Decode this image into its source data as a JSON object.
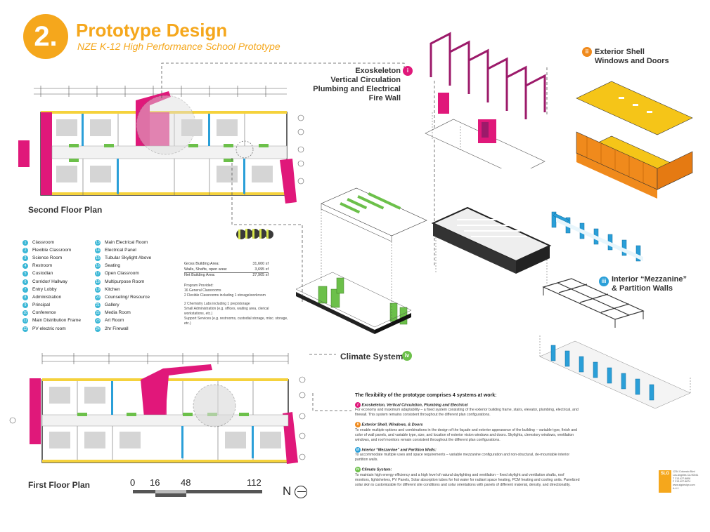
{
  "header": {
    "number": "2.",
    "title": "Prototype Design",
    "subtitle": "NZE K-12 High Performance School Prototype"
  },
  "plans": {
    "second_floor_label": "Second Floor Plan",
    "first_floor_label": "First  Floor Plan"
  },
  "legend": {
    "left": [
      {
        "num": "1",
        "label": "Classroom"
      },
      {
        "num": "2",
        "label": "Flexible Classroom"
      },
      {
        "num": "3",
        "label": "Science Room"
      },
      {
        "num": "4",
        "label": "Restroom"
      },
      {
        "num": "5",
        "label": "Custodian"
      },
      {
        "num": "6",
        "label": "Corridor/ Hallway"
      },
      {
        "num": "7",
        "label": "Entry Lobby"
      },
      {
        "num": "8",
        "label": "Administration"
      },
      {
        "num": "9",
        "label": "Principal"
      },
      {
        "num": "10",
        "label": "Conference"
      },
      {
        "num": "11",
        "label": "Main Distribution Frame"
      },
      {
        "num": "12",
        "label": "PV electric room"
      }
    ],
    "right": [
      {
        "num": "13",
        "label": "Main Electrical Room"
      },
      {
        "num": "14",
        "label": "Electrical Panel"
      },
      {
        "num": "15",
        "label": "Tubular Skylight Above"
      },
      {
        "num": "16",
        "label": "Seating"
      },
      {
        "num": "17",
        "label": "Open Classroom"
      },
      {
        "num": "18",
        "label": "Multipurpose Room"
      },
      {
        "num": "19",
        "label": "Kitchen"
      },
      {
        "num": "20",
        "label": "Counseling/ Resource"
      },
      {
        "num": "21",
        "label": "Gallery"
      },
      {
        "num": "22",
        "label": "Media Room"
      },
      {
        "num": "23",
        "label": "Art Room"
      },
      {
        "num": "24",
        "label": "2hr Firewall"
      }
    ]
  },
  "areas": {
    "gross_label": "Gross Building Area:",
    "gross_value": "31,600 sf",
    "walls_label": "Walls, Shafts, open area:",
    "walls_value": "3,695 sf",
    "net_label": "Net Building Area:",
    "net_value": "27,905 sf"
  },
  "program": {
    "heading": "Program Provided:",
    "lines": [
      "16 General Classrooms",
      "2 Flexible Classrooms  including 1 storage/workroom",
      "",
      "2 Chemistry Labs including 1 prep/storage",
      "Small Administration (e.g. offices, waiting area, clerical workstations, etc.)",
      "Support Services  (e.g. restrooms, custodial storage, misc. storage, etc.)"
    ]
  },
  "systems": {
    "i": {
      "badge": "i",
      "label_lines": [
        "Exoskeleton",
        "Vertical Circulation",
        "Plumbing and Electrical",
        "Fire Wall"
      ]
    },
    "ii": {
      "badge": "ii",
      "label_lines": [
        "Exterior Shell",
        "Windows and Doors"
      ]
    },
    "iii": {
      "badge": "iii",
      "label_lines": [
        "Interior “Mezzanine”",
        "& Partition Walls"
      ]
    },
    "iv": {
      "badge": "iv",
      "label": "Climate System"
    }
  },
  "description": {
    "heading": "The flexibility of the prototype comprises 4 systems at work:",
    "items": [
      {
        "title": "Exoskeleton, Vertical Circulation, Plumbing and Electrical",
        "text": "For economy and maximum adaptability – a fixed system consisting of the exterior building frame, stairs, elevator, plumbing, electrical, and firewall.  This system remains consistent throughout the different plan configurations."
      },
      {
        "title": "Exterior Shell, Windows, & Doors",
        "text": "To enable multiple options and combinations in the design of the façade and exterior appearance of the building – variable type, finish and color of wall panels, and variable type, size, and location of exterior vision windows and doors.  Skylights, clerestory windows, ventilation windows, and roof monitors remain consistent throughout the different plan configurations."
      },
      {
        "title": "Interior “Mezzanine” and Partition Walls:",
        "text": "To accommodate multiple uses and space requirements – variable mezzanine configuration and non-structural, de-mountable interior partition walls."
      },
      {
        "title": "Climate System:",
        "text": "To maintain high energy efficiency and a high level of natural daylighting and ventilation – fixed skylight and ventilation shafts, roof monitors, lightshelves, PV Panels, Solar absorption tubes for hot water for radiant space heating, PCM heating and cooling units. Panelized solar skin is customizable for different site conditions and solar orientations with panels of different material, density, and directionality."
      }
    ]
  },
  "scale": {
    "ticks": [
      "0",
      "16",
      "48",
      "112"
    ],
    "north": "N"
  },
  "logo": {
    "text": "SLG",
    "address_lines": [
      "1234 Colorado Blvd",
      "Los Angeles CA 90041",
      "T 213.427.8808",
      "F 213.427.8874",
      "www.slgdesign.com",
      "A-4.1"
    ]
  },
  "colors": {
    "accent": "#f5a71c",
    "magenta": "#e0187a",
    "green": "#6cc04a",
    "blue": "#2a9fd8"
  }
}
